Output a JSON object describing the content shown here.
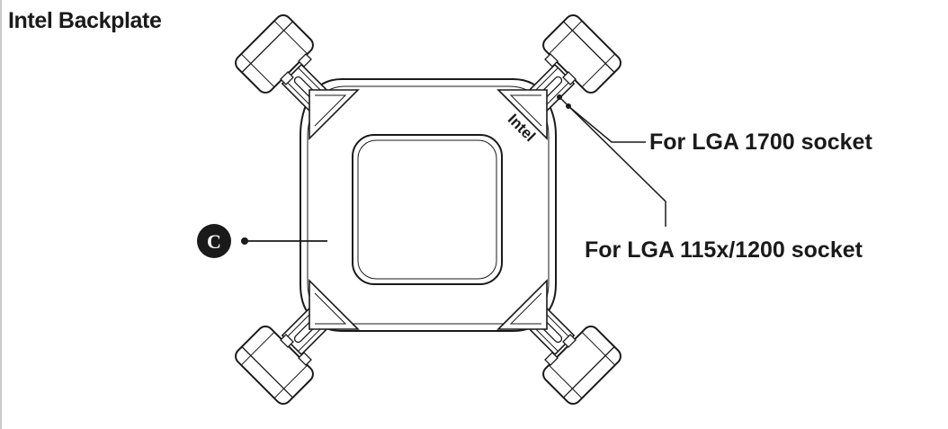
{
  "title": "Intel Backplate",
  "backplate_marking": "Intel",
  "callout_letter": "C",
  "labels": {
    "lga1700": "For LGA 1700 socket",
    "lga115x": "For LGA 115x/1200 socket"
  },
  "colors": {
    "line": "#1a1a1a",
    "badge": "#1a1a1a",
    "badge_text": "#ffffff"
  }
}
